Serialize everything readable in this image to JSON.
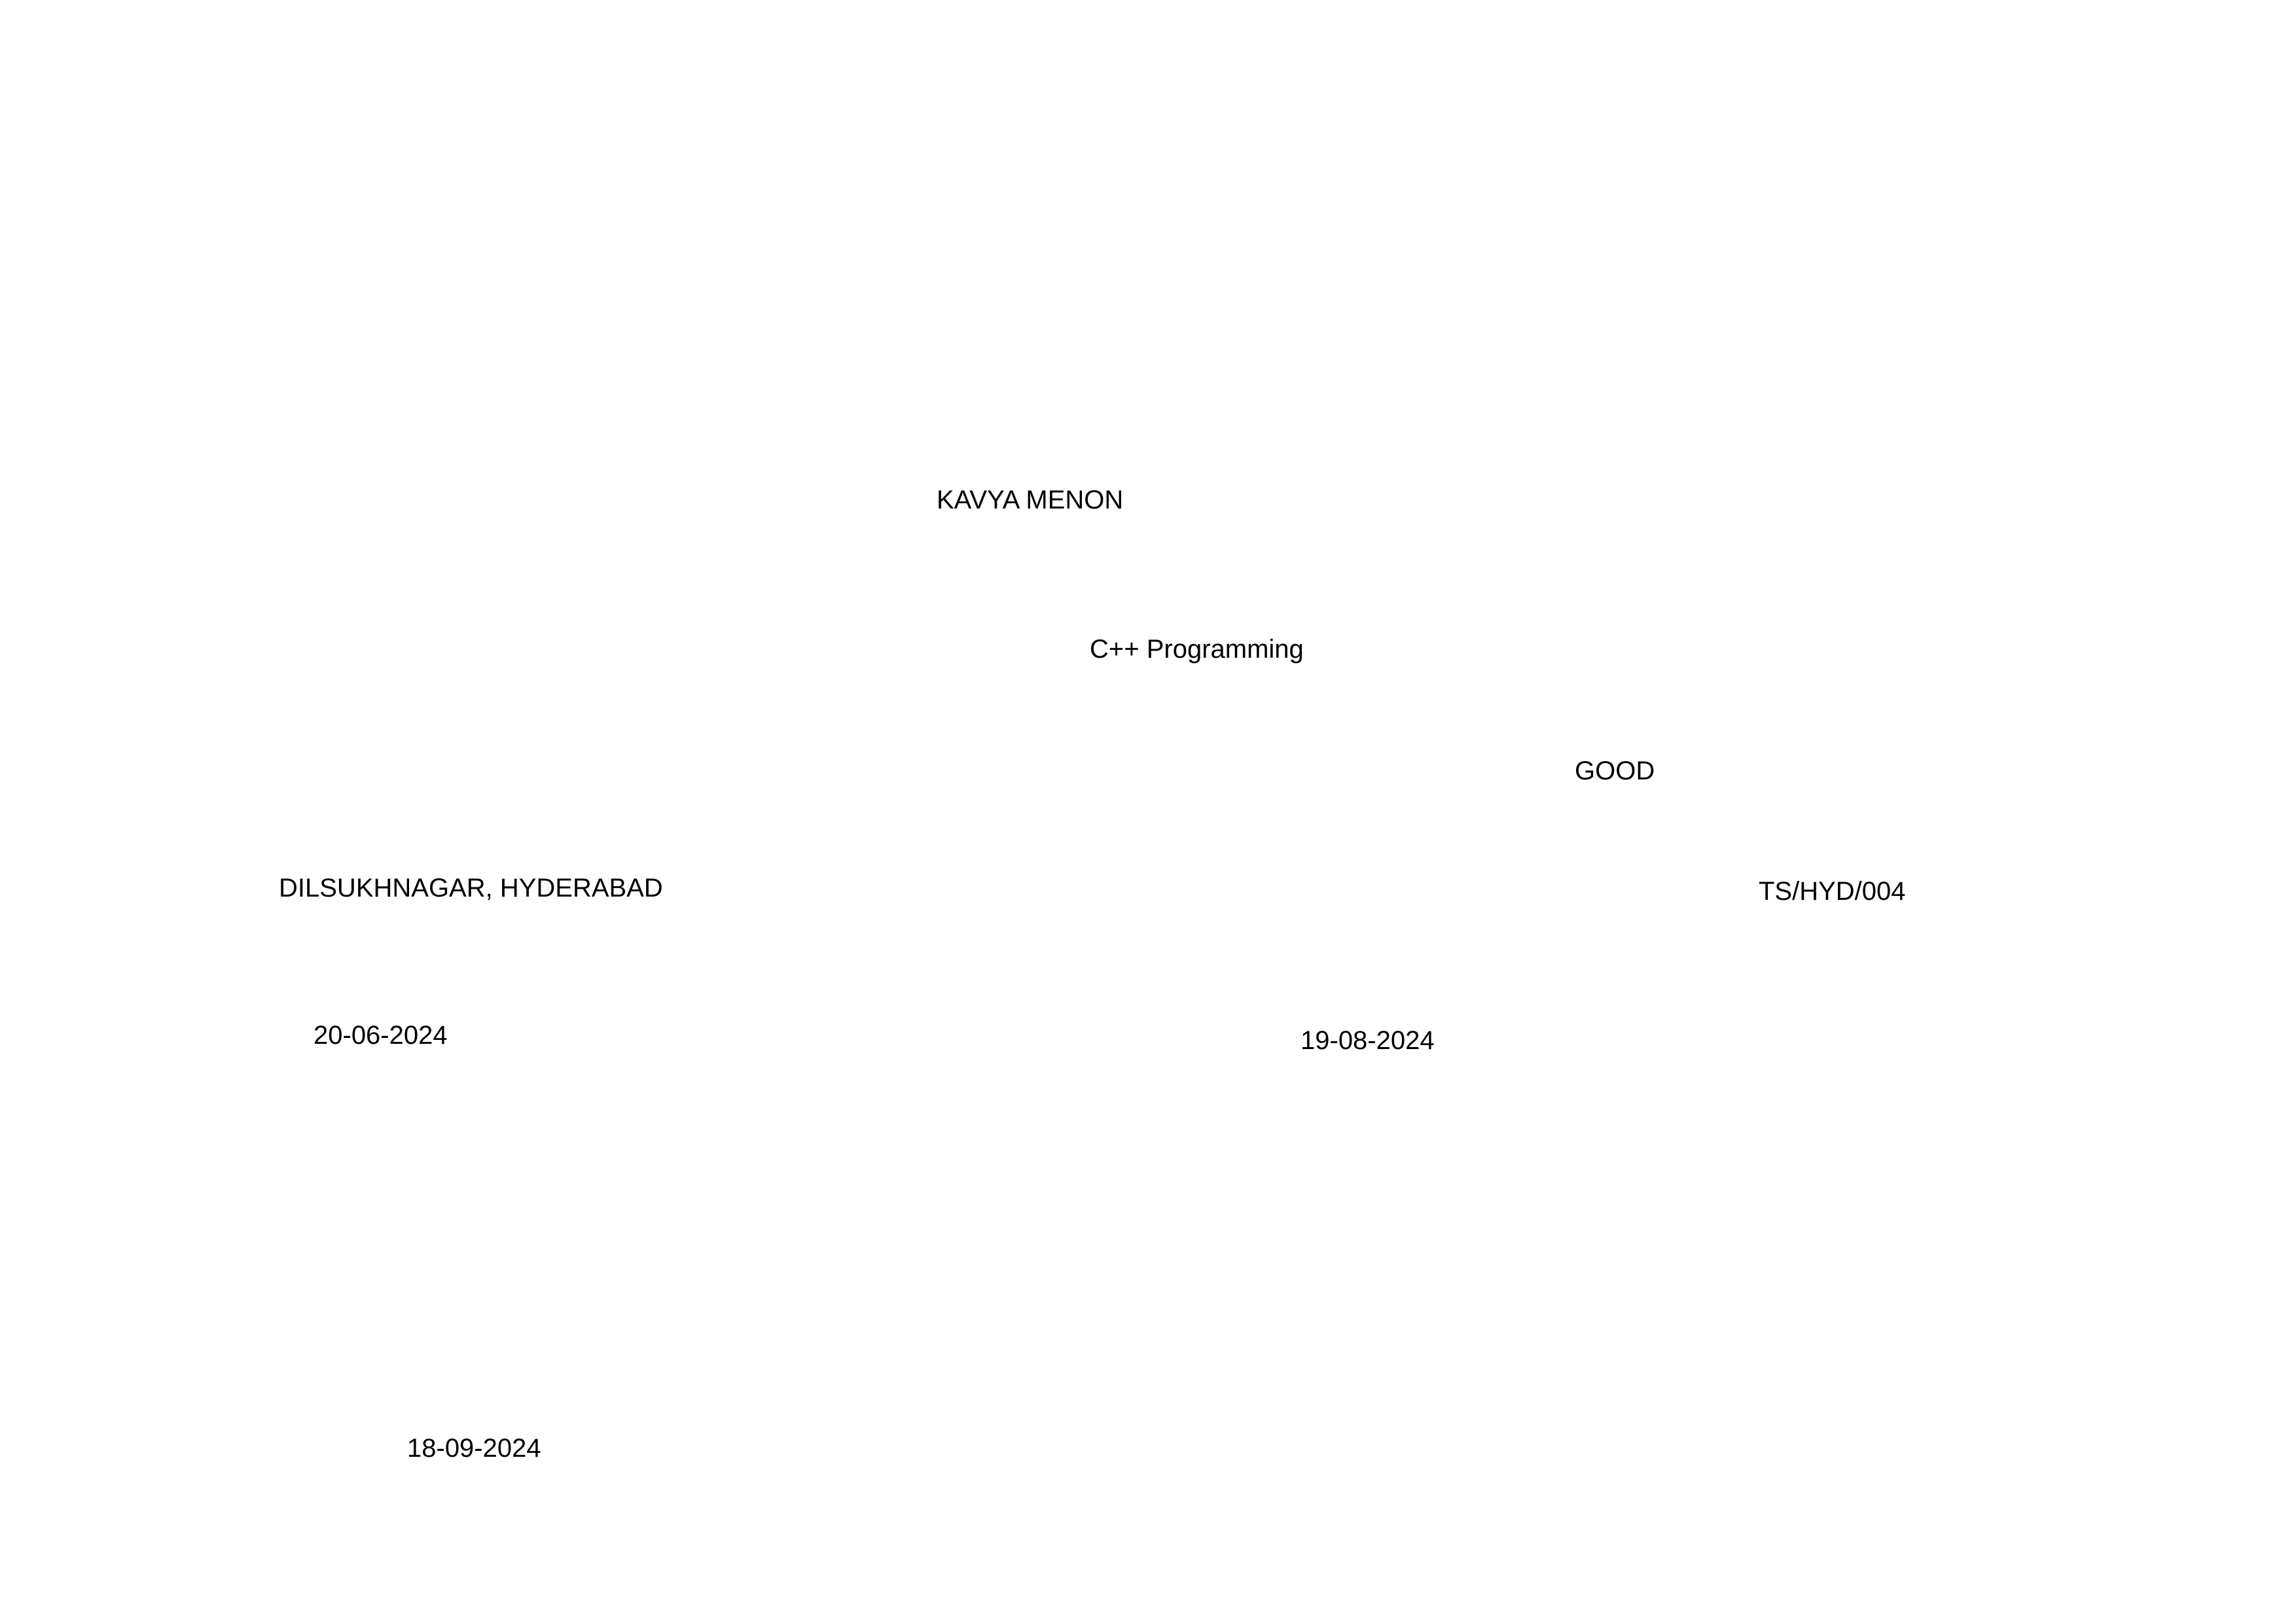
{
  "certificate": {
    "student_name": "KAVYA MENON",
    "course": "C++ Programming",
    "grade": "GOOD",
    "centre": "DILSUKHNAGAR, HYDERABAD",
    "centre_code": "TS/HYD/004",
    "start_date": "20-06-2024",
    "end_date": "19-08-2024",
    "issue_date": "18-09-2024"
  }
}
